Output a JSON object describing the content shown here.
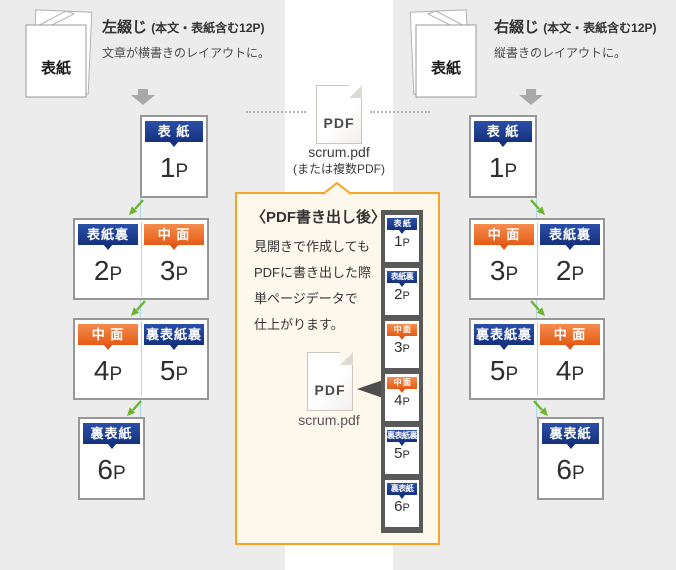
{
  "colors": {
    "background": "#ececec",
    "center_band": "#ffffff",
    "label_blue": "#15317d",
    "label_orange": "#e45715",
    "flow_arrow_green": "#6db32b",
    "panel_border_orange": "#f5a425",
    "panel_background": "#fdf8ec",
    "strip_background": "#595959",
    "fold_line_cyan": "#a9d6e8"
  },
  "left_flow": {
    "booklet_label": "表紙",
    "title": "左綴じ",
    "title_note": "(本文・表紙含む12P)",
    "subtitle": "文章が横書きのレイアウトに。",
    "cards": [
      {
        "type": "single",
        "pages": [
          {
            "label": "表 紙",
            "color": "blue",
            "num": "1",
            "suffix": "P"
          }
        ]
      },
      {
        "type": "spread",
        "pages": [
          {
            "label": "表紙裏",
            "color": "blue",
            "num": "2",
            "suffix": "P"
          },
          {
            "label": "中 面",
            "color": "orange",
            "num": "3",
            "suffix": "P"
          }
        ]
      },
      {
        "type": "spread",
        "pages": [
          {
            "label": "中 面",
            "color": "orange",
            "num": "4",
            "suffix": "P"
          },
          {
            "label": "裏表紙裏",
            "color": "blue",
            "num": "5",
            "suffix": "P"
          }
        ]
      },
      {
        "type": "single",
        "pages": [
          {
            "label": "裏表紙",
            "color": "blue",
            "num": "6",
            "suffix": "P"
          }
        ]
      }
    ]
  },
  "right_flow": {
    "booklet_label": "表紙",
    "title": "右綴じ",
    "title_note": "(本文・表紙含む12P)",
    "subtitle": "縦書きのレイアウトに。",
    "cards": [
      {
        "type": "single",
        "pages": [
          {
            "label": "表 紙",
            "color": "blue",
            "num": "1",
            "suffix": "P"
          }
        ]
      },
      {
        "type": "spread",
        "pages": [
          {
            "label": "中 面",
            "color": "orange",
            "num": "3",
            "suffix": "P"
          },
          {
            "label": "表紙裏",
            "color": "blue",
            "num": "2",
            "suffix": "P"
          }
        ]
      },
      {
        "type": "spread",
        "pages": [
          {
            "label": "裏表紙裏",
            "color": "blue",
            "num": "5",
            "suffix": "P"
          },
          {
            "label": "中 面",
            "color": "orange",
            "num": "4",
            "suffix": "P"
          }
        ]
      },
      {
        "type": "single",
        "pages": [
          {
            "label": "裏表紙",
            "color": "blue",
            "num": "6",
            "suffix": "P"
          }
        ]
      }
    ]
  },
  "center": {
    "pdf_label": "PDF",
    "file_name": "scrum.pdf",
    "file_note": "(または複数PDF)"
  },
  "panel": {
    "title": "〈PDF書き出し後〉",
    "body_lines": [
      "見開きで作成しても",
      "PDFに書き出した際",
      "単ページデータで",
      "仕上がります。"
    ],
    "pdf_label": "PDF",
    "file_name": "scrum.pdf",
    "strip": [
      {
        "label": "表 紙",
        "color": "blue",
        "num": "1",
        "suffix": "P"
      },
      {
        "label": "表紙裏",
        "color": "blue",
        "num": "2",
        "suffix": "P"
      },
      {
        "label": "中 面",
        "color": "orange",
        "num": "3",
        "suffix": "P"
      },
      {
        "label": "中 面",
        "color": "orange",
        "num": "4",
        "suffix": "P"
      },
      {
        "label": "裏表紙裏",
        "color": "blue",
        "num": "5",
        "suffix": "P"
      },
      {
        "label": "裏表紙",
        "color": "blue",
        "num": "6",
        "suffix": "P"
      }
    ]
  }
}
